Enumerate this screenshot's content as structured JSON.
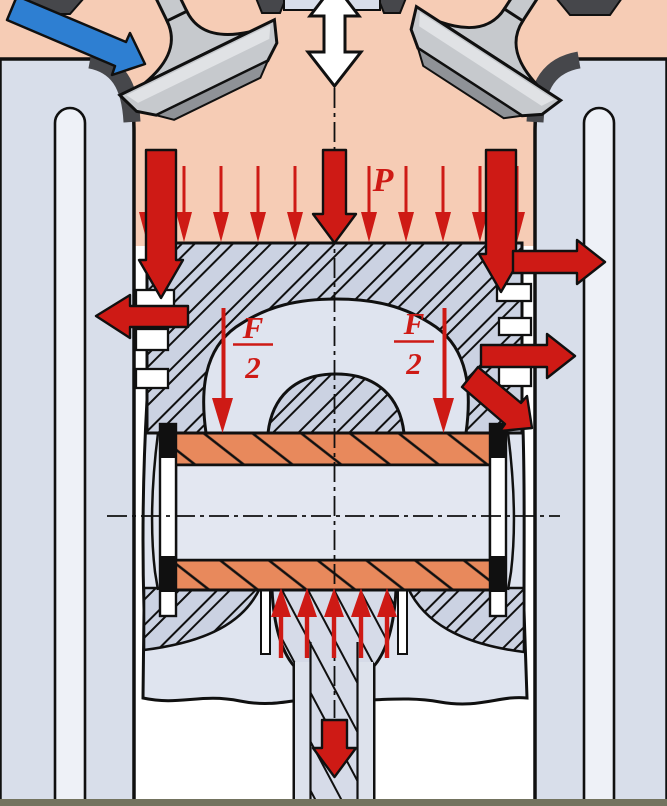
{
  "figure": {
    "name": "piston-gas-force-cross-section-diagram",
    "description": "Sectional diagram of an engine piston in its cylinder: gas pressure P acts on the piston crown, force is carried as F/2 through the pin bosses to the piston pin and connecting rod; valves and combustion chamber above, connecting rod below.",
    "labels": {
      "pressure": "P",
      "force_numerator": "F",
      "force_denominator": "2"
    },
    "colors": {
      "chamber": "#f6ccb5",
      "wall": "#d8deea",
      "wall_slot": "#eef1f7",
      "piston": "#cbd2e2",
      "piston_light": "#dfe4ef",
      "pin": "#e3e7f1",
      "bushing": "#e8895c",
      "rod": "#d6dbe8",
      "red": "#ce1a15",
      "blue": "#2e7fd2",
      "white": "#ffffff",
      "valve": "#c6c9cd",
      "valve_seat": "#46474b",
      "outline": "#101010",
      "bottom_border": "#73735f"
    },
    "arrows": [
      {
        "name": "intake-flow-arrow",
        "color": "blue",
        "direction": "down-right"
      },
      {
        "name": "valve-motion-arrow",
        "color": "white",
        "direction": "up-down"
      },
      {
        "name": "gas-pressure-field-arrows",
        "color": "red",
        "count": 10,
        "direction": "down"
      },
      {
        "name": "gas-force-center-arrow",
        "color": "red",
        "direction": "down"
      },
      {
        "name": "crown-edge-force-arrow-left",
        "color": "red",
        "direction": "down"
      },
      {
        "name": "crown-edge-force-arrow-right",
        "color": "red",
        "direction": "down"
      },
      {
        "name": "ring-side-thrust-arrow-left",
        "color": "red",
        "direction": "left"
      },
      {
        "name": "ring-side-thrust-arrow-right-upper",
        "color": "red",
        "direction": "right"
      },
      {
        "name": "ring-side-thrust-arrow-right-lower",
        "color": "red",
        "direction": "right"
      },
      {
        "name": "skirt-thrust-arrow-diagonal",
        "color": "red",
        "direction": "down-right"
      },
      {
        "name": "pin-boss-force-arrow-left",
        "color": "red",
        "label": "F/2",
        "direction": "down"
      },
      {
        "name": "pin-boss-force-arrow-right",
        "color": "red",
        "label": "F/2",
        "direction": "down"
      },
      {
        "name": "rod-reaction-arrows",
        "color": "red",
        "count": 5,
        "direction": "up"
      },
      {
        "name": "rod-force-arrow",
        "color": "red",
        "direction": "down"
      }
    ]
  }
}
